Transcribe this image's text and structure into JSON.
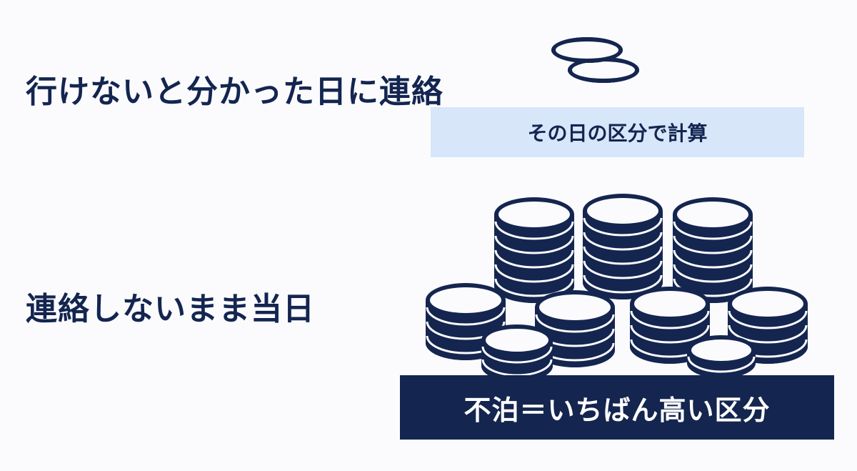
{
  "section_few": {
    "heading": "行けないと分かった日に連絡",
    "label": "その日の区分で計算",
    "coin_pieces": 2
  },
  "section_many": {
    "heading": "連絡しないまま当日",
    "label": "不泊＝いちばん高い区分"
  },
  "colors": {
    "navy": "#14254f",
    "light_blue": "#d7e6f9",
    "background": "#fbfbfd"
  }
}
